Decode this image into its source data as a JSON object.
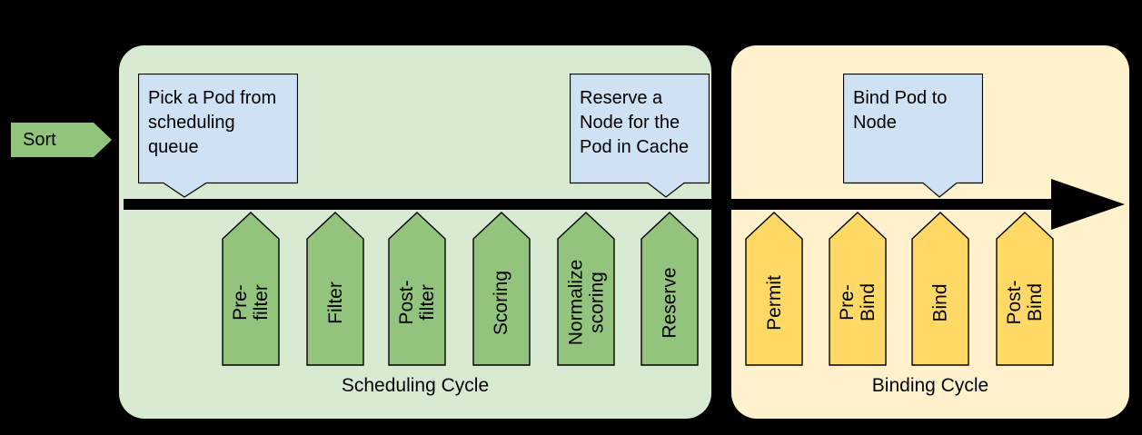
{
  "colors": {
    "canvas_bg": "#000000",
    "scheduling_panel_bg": "#d9ead3",
    "binding_panel_bg": "#fff2cc",
    "green_stage_fill": "#93c47d",
    "yellow_stage_fill": "#ffd966",
    "callout_bg": "#cfe2f3",
    "stroke": "#000000",
    "timeline": "#000000"
  },
  "sort": {
    "label": "Sort"
  },
  "scheduling": {
    "title": "Scheduling Cycle",
    "callout_pick": "Pick a Pod from\nscheduling\nqueue",
    "callout_reserve": "Reserve a\nNode for the\nPod in Cache",
    "stages": [
      "Pre-filter",
      "Filter",
      "Post-filter",
      "Scoring",
      "Normalize\nscoring",
      "Reserve"
    ]
  },
  "binding": {
    "title": "Binding Cycle",
    "callout_bind": "Bind Pod to\nNode",
    "stages": [
      "Permit",
      "Pre-Bind",
      "Bind",
      "Post-Bind"
    ]
  }
}
